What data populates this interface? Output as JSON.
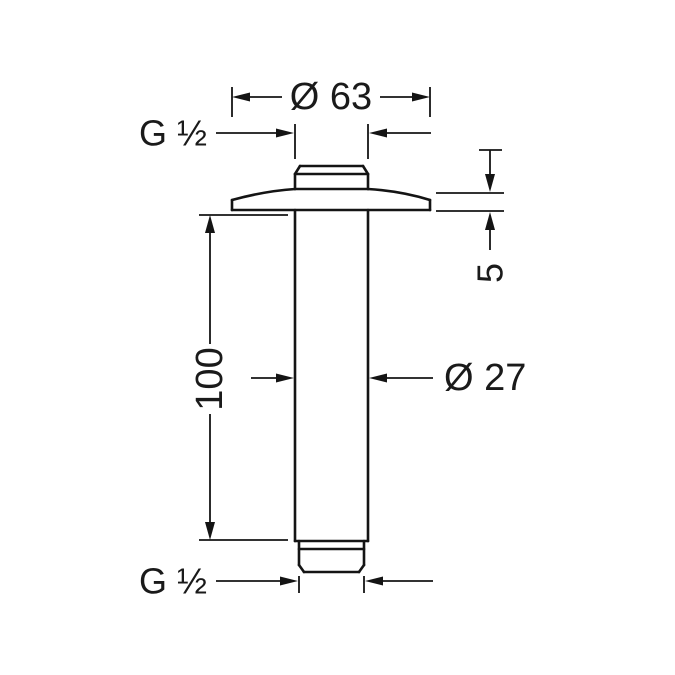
{
  "page": {
    "background": "#ffffff",
    "line_color": "#141414"
  },
  "drawing": {
    "type": "technical-dimension-drawing",
    "labels": {
      "top_diameter": "Ø 63",
      "top_thread": "G ½",
      "flange_height": "5",
      "pipe_length": "100",
      "pipe_diameter": "Ø 27",
      "bottom_thread": "G ½"
    }
  }
}
